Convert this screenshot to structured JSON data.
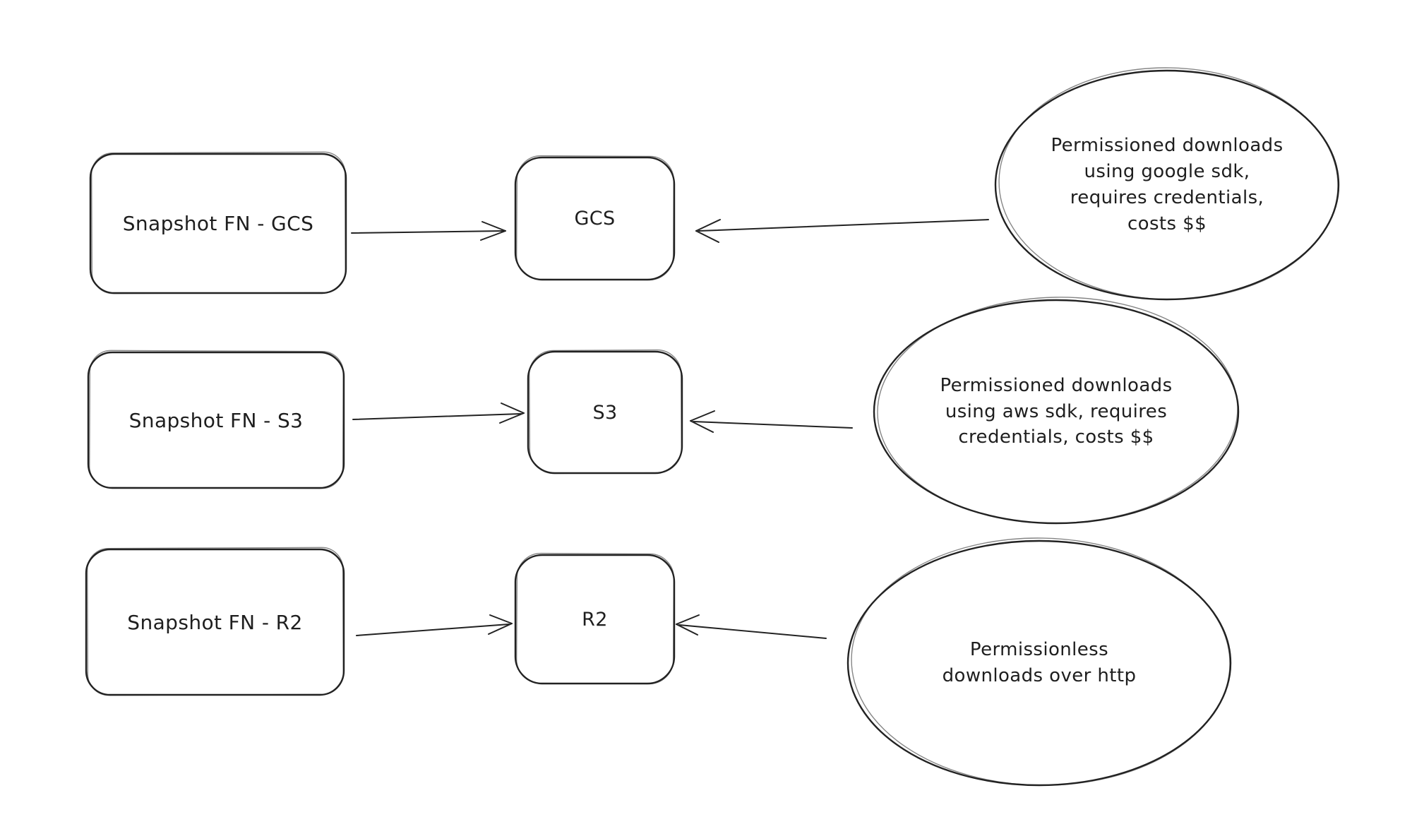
{
  "canvas": {
    "background_color": "#ffffff",
    "stroke_color": "#222222",
    "text_color": "#1e1e1e"
  },
  "diagram": {
    "type": "flow-diagram",
    "style": "hand-drawn",
    "rows": [
      {
        "source": {
          "label": "Snapshot FN - GCS"
        },
        "target": {
          "label": "GCS"
        },
        "note": {
          "label": "Permissioned downloads\nusing google sdk,\nrequires credentials,\ncosts $$"
        },
        "edges": [
          {
            "from": "Snapshot FN - GCS",
            "to": "GCS",
            "direction": "right"
          },
          {
            "from": "Permissioned downloads using google sdk, requires credentials, costs $$",
            "to": "GCS",
            "direction": "left"
          }
        ]
      },
      {
        "source": {
          "label": "Snapshot FN - S3"
        },
        "target": {
          "label": "S3"
        },
        "note": {
          "label": "Permissioned downloads\nusing aws sdk, requires\ncredentials, costs $$"
        },
        "edges": [
          {
            "from": "Snapshot FN - S3",
            "to": "S3",
            "direction": "right"
          },
          {
            "from": "Permissioned downloads using aws sdk, requires credentials, costs $$",
            "to": "S3",
            "direction": "left"
          }
        ]
      },
      {
        "source": {
          "label": "Snapshot FN - R2"
        },
        "target": {
          "label": "R2"
        },
        "note": {
          "label": "Permissionless\ndownloads over http"
        },
        "edges": [
          {
            "from": "Snapshot FN - R2",
            "to": "R2",
            "direction": "right"
          },
          {
            "from": "Permissionless downloads over http",
            "to": "R2",
            "direction": "left"
          }
        ]
      }
    ]
  }
}
